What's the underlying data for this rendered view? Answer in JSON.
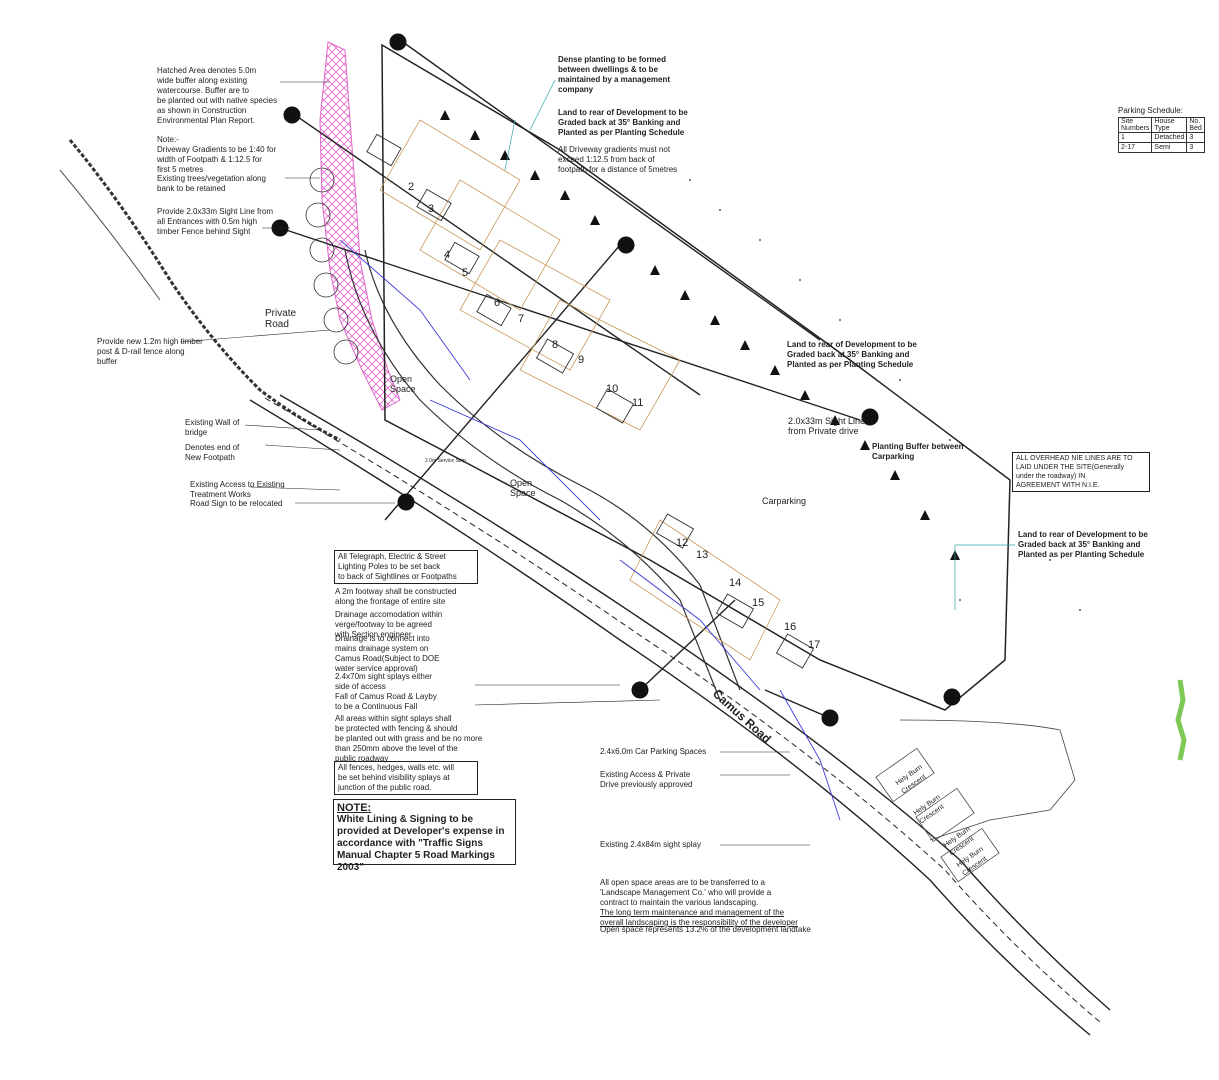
{
  "notes": {
    "hatched_area": "Hatched Area denotes 5.0m\nwide buffer along existing\nwatercourse. Buffer are to\nbe planted out with native species\nas shown in Construction\nEnvironmental Plan Report.",
    "driveway_note": "Note:-\nDriveway Gradients to be 1:40 for\nwidth of Footpath & 1:12.5 for\nfirst 5 metres",
    "existing_trees": "Existing trees/vegetation along\nbank to be retained",
    "sight_line": "Provide 2.0x33m Sight Line from\nall Entrances with 0.5m high\ntimber Fence behind Sight",
    "timber_fence": "Provide new 1.2m high timber\npost & D-rail fence along\nbuffer",
    "wall_of_bridge": "Existing Wall of\nbridge",
    "footpath_end": "Denotes end of\nNew Footpath",
    "treatment_works": "Existing Access to Existing\nTreatment Works",
    "road_sign": "Road Sign to be relocated",
    "dense_planting": "Dense planting to be formed\nbetween dwellings & to be\nmaintained by a management\ncompany",
    "land_rear_1": "Land to rear of Development to be\nGraded back at 35° Banking and\nPlanted as per Planting Schedule",
    "driveway_gradients": "All Driveway gradients must not\nexceed 1:12.5 from back of\nfootpath for a distance of 5metres",
    "land_rear_2": "Land to rear of Development to be\nGraded back at 35° Banking and\nPlanted as per Planting Schedule",
    "sight_line_private": "2.0x33m Sight Line\nfrom Private drive",
    "planting_buffer": "Planting Buffer between\nCarparking",
    "overhead_lines": "ALL OVERHEAD NIE LINES ARE TO\nLAID UNDER THE SITE(Generally\nunder the roadway) IN\nAGREEMENT WITH N.I.E.",
    "land_rear_3": "Land to rear of Development to be\nGraded back at 35° Banking and\nPlanted as per Planting Schedule",
    "poles": "All Telegraph, Electric & Street\nLighting Poles to be set back\nto back of Sightlines or Footpaths",
    "footway": "A 2m footway shall be constructed\nalong the frontage of entire site",
    "drainage_accom": "Drainage accomodation within\nverge/footway to be agreed\nwith Section engineer",
    "drainage_connect": "Drainage is to connect into\nmains drainage system on\nCamus Road(Subject to DOE\nwater service approval)",
    "sight_splays": "2.4x70m sight splays either\nside of access",
    "fall_camus": "Fall of Camus Road & Layby\nto be a Continuous Fall",
    "areas_within": "All areas within sight splays shall\nbe protected with fencing & should\nbe planted out with grass and be no more\nthan 250mm above the level of the\npublic roadway",
    "fences_hedges": "All fences, hedges, walls etc. will\nbe set behind visibility splays at\njunction of the public road.",
    "car_parking": "2.4x6.0m Car Parking Spaces",
    "private_drive": "Existing Access & Private\nDrive previously approved",
    "sight_splay_84": "Existing 2.4x84m sight splay",
    "open_space_1": "All open space areas are to be transferred to a\n'Landscape Management Co.' who will provide a\ncontract to maintain the various landscaping.",
    "open_space_2": "The long term maintenance and management of the\noverall landscaping is the responsibility of the developer",
    "open_space_3": "Open space represents 13.2% of the development landtake"
  },
  "big_note": {
    "heading": "NOTE:",
    "body": "White Lining & Signing to be provided at Developer's expense in accordance with \"Traffic Signs Manual Chapter 5 Road Markings 2003\""
  },
  "map_labels": {
    "private_road": "Private\nRoad",
    "open_space_a": "Open\nSpace",
    "open_space_b": "Open\nSpace",
    "carparking": "Carparking",
    "camus_road": "Camus Road",
    "hely_burn": "Hely Burn\nCrescent",
    "service_strip": "2.0m Service Strip"
  },
  "house_numbers": [
    "2",
    "3",
    "4",
    "5",
    "6",
    "7",
    "8",
    "9",
    "10",
    "11",
    "12",
    "13",
    "14",
    "15",
    "16",
    "17"
  ],
  "parking_schedule": {
    "title": "Parking Schedule:",
    "headers": [
      "Site\nNumbers",
      "House\nType",
      "No.\nBed"
    ],
    "rows": [
      [
        "1",
        "Detached",
        "3"
      ],
      [
        "2-17",
        "Semi",
        "3"
      ]
    ]
  },
  "colors": {
    "hatch": "#e066c8",
    "sight_line": "#3a3ad8",
    "garden": "#c79a5a",
    "leader": "#2aa6a6"
  }
}
